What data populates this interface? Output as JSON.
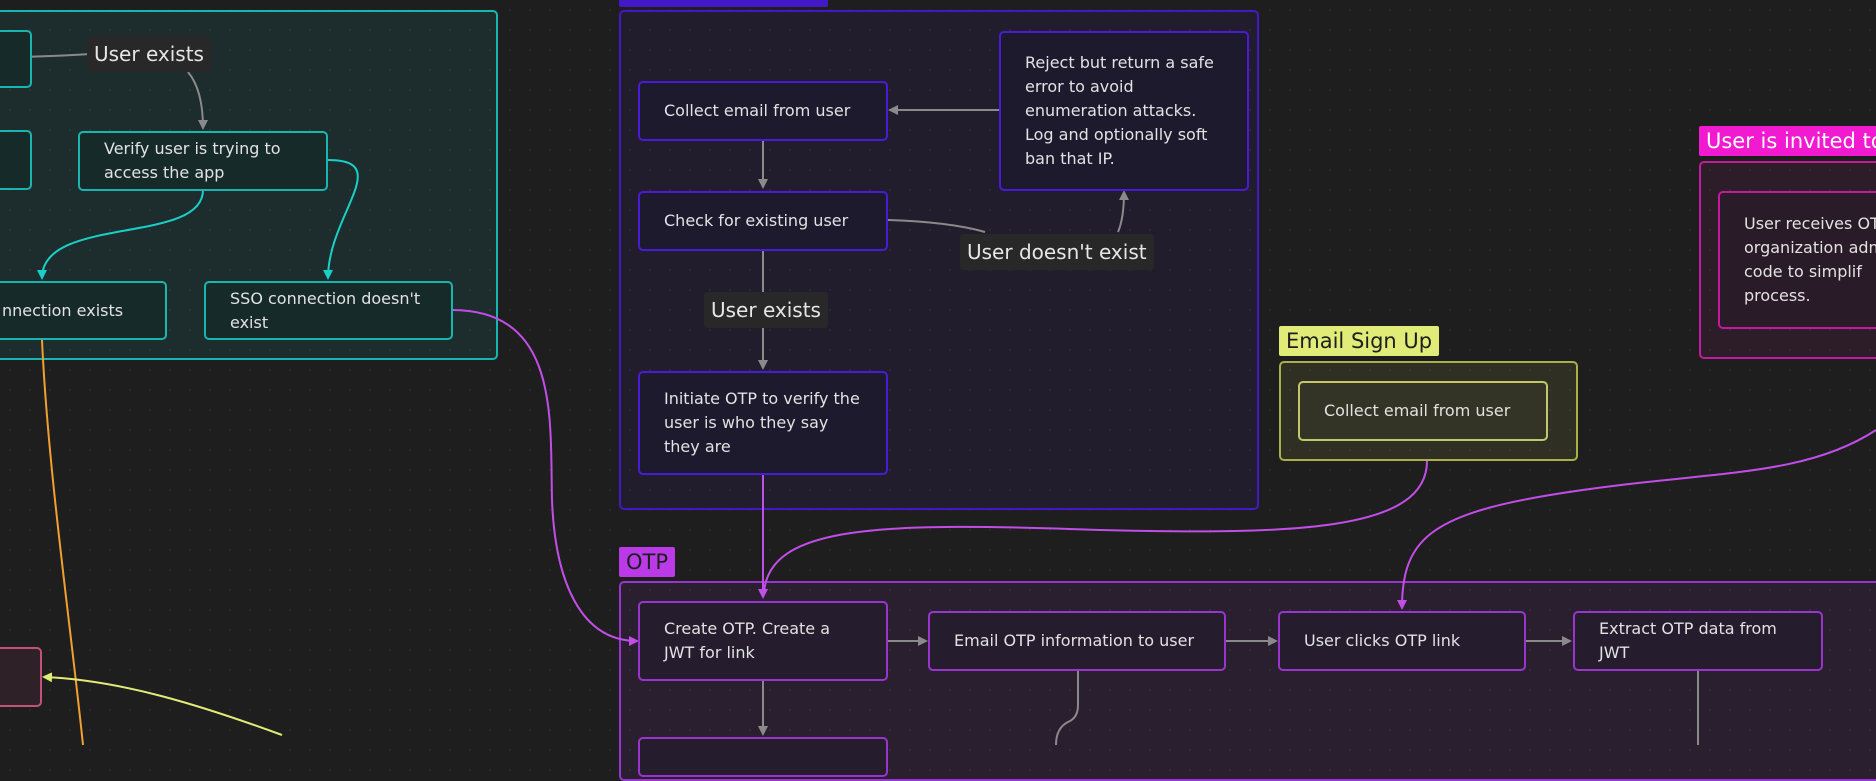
{
  "groups": {
    "blue_title": "",
    "email_signup_title": "Email Sign Up",
    "otp_title": "OTP",
    "invited_title": "User is invited to"
  },
  "nodes": {
    "verify_user": "Verify user is trying to access the app",
    "connection_exists": "nnection exists",
    "sso_doesnt_exist": "SSO connection doesn't exist",
    "collect_email_blue": "Collect email from user",
    "check_existing_user": "Check for existing user",
    "initiate_otp": "Initiate OTP to verify the user is who they say they are",
    "reject_safe_error": "Reject but return a safe error to avoid enumeration attacks. Log and optionally soft ban that IP.",
    "collect_email_signup": "Collect email from user",
    "user_receives_otp": "User receives OT organization adm no code to simplif process.",
    "create_otp": "Create OTP. Create a JWT for link",
    "email_otp": "Email OTP information to user",
    "user_clicks_otp": "User clicks OTP link",
    "extract_otp": "Extract OTP data from JWT"
  },
  "edge_labels": {
    "user_exists_teal": "User exists",
    "user_exists_blue": "User exists",
    "user_doesnt_exist": "User doesn't exist"
  },
  "colors": {
    "background": "#1e1e1e",
    "teal": "#19b5b0",
    "blue": "#4319c7",
    "purple": "#9a34cf",
    "yellow": "#e0ec77",
    "magenta": "#f21ad0",
    "orange": "#f0a030",
    "wire_gray": "#8a8a8a",
    "wire_purple": "#c24ee8"
  }
}
